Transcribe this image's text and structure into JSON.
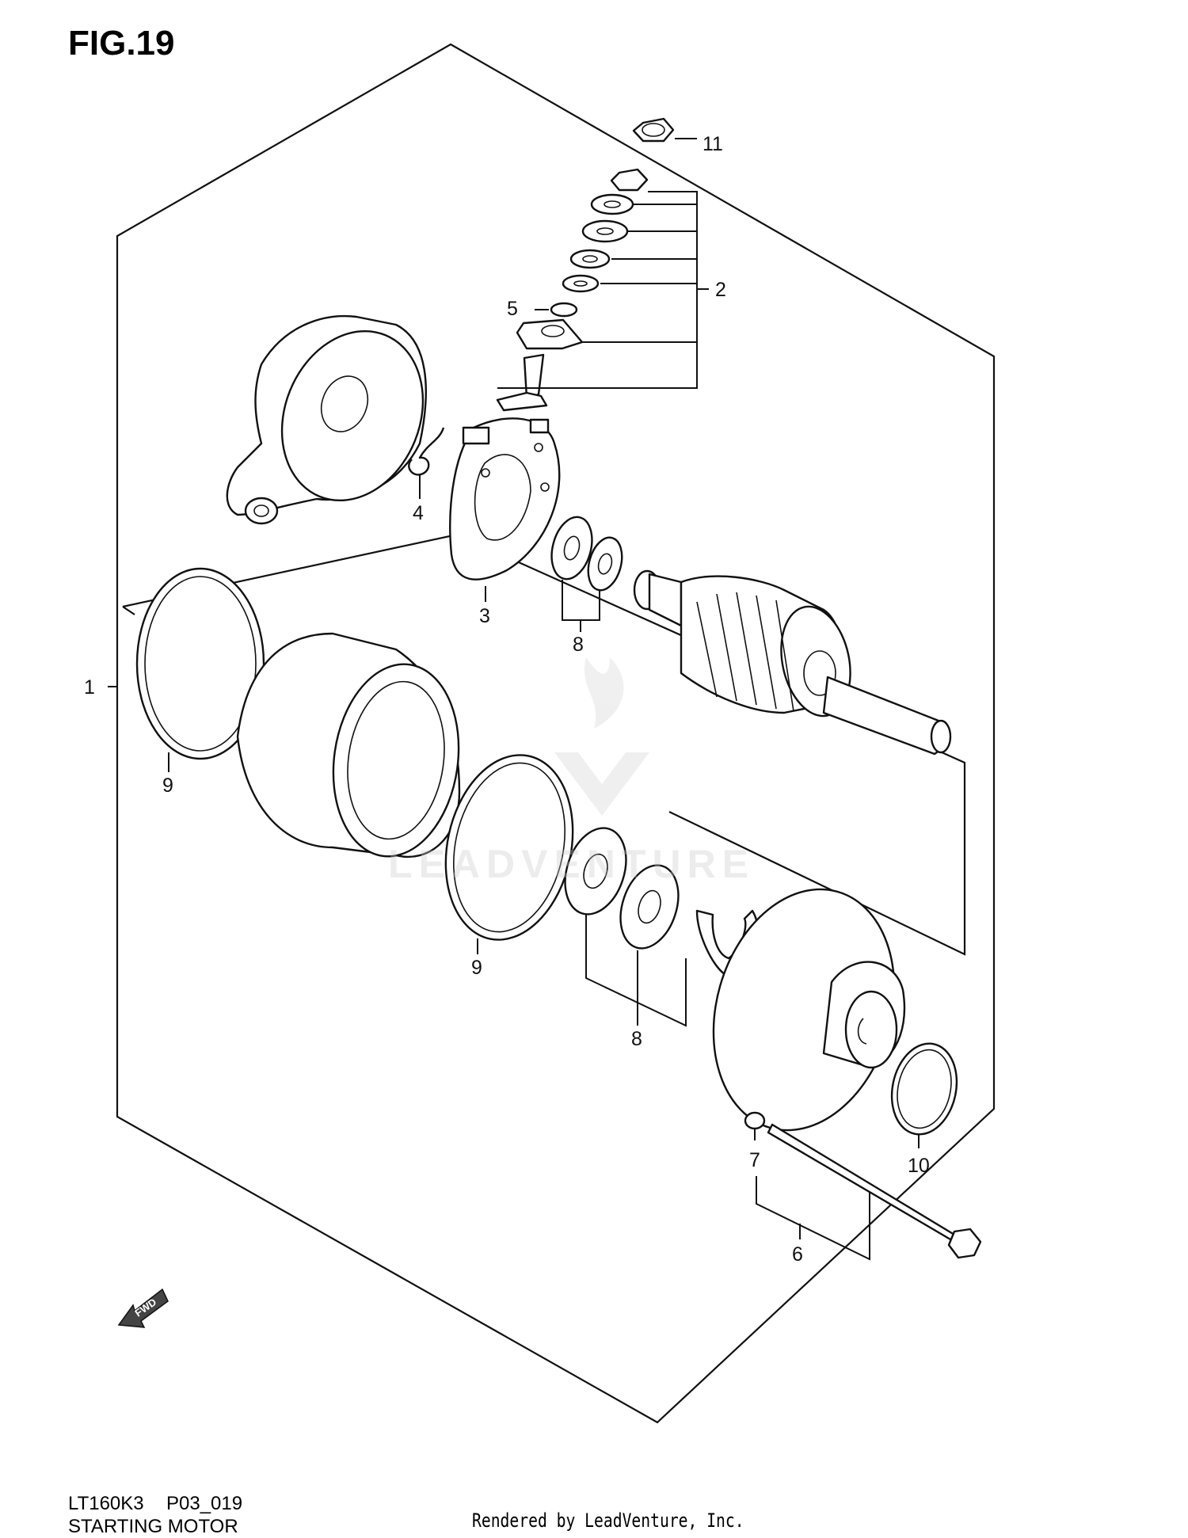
{
  "figure": {
    "title": "FIG.19"
  },
  "callouts": [
    "1",
    "2",
    "3",
    "4",
    "5",
    "6",
    "7",
    "8",
    "8",
    "9",
    "9",
    "10",
    "11"
  ],
  "fwd_label": "FWD",
  "watermark": "LEADVENTURE",
  "footer": {
    "model_code": "LT160K3",
    "ref_code": "P03_019",
    "diagram_name": "STARTING MOTOR",
    "credit": "Rendered by LeadVenture, Inc."
  }
}
